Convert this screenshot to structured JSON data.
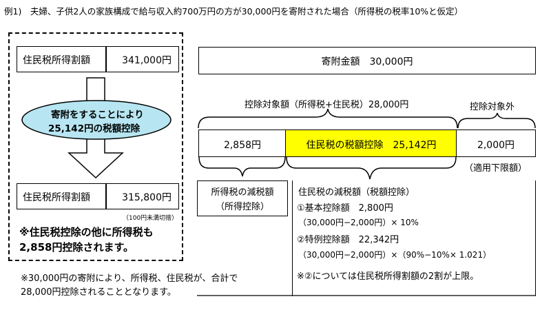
{
  "example_title": "例1)　夫婦、子供2人の家族構成で給与収入約700万円の方が30,000円を寄附された場合（所得税の税率10%と仮定）",
  "left_panel": {
    "before": {
      "label": "住民税所得割額",
      "value": "341,000円"
    },
    "ellipse_line1": "寄附をすることにより",
    "ellipse_line2": "25,142円の税額控除",
    "after": {
      "label": "住民税所得割額",
      "value": "315,800円"
    },
    "rounding_note": "（100円未満切捨）",
    "note_line1": "※住民税控除の他に所得税も",
    "note_line2": "2,858円控除されます。"
  },
  "donation_box": "寄附金額　30,000円",
  "deduction_target_label": "控除対象額（所得税+住民税）28,000円",
  "not_target_label": "控除対象外",
  "bar": {
    "seg1": "2,858円",
    "seg2": "住民税の税額控除　25,142円",
    "seg3": "2,000円"
  },
  "colors": {
    "highlight": "#ffff00",
    "ellipse": "#b7e6f2"
  },
  "lower_limit_label": "（適用下限額）",
  "income_tax_reduction": {
    "line1": "所得税の減税額",
    "line2": "（所得控除）"
  },
  "resident_tax_reduction": {
    "title": "住民税の減税額（税額控除）",
    "basic_label": "①基本控除額　2,800円",
    "basic_formula": "（30,000円−2,000円）× 10%",
    "special_label": "②特例控除額　22,342円",
    "special_formula": "（30,000円−2,000円）×（90%−10%× 1.021）",
    "limit_note": "※②については住民税所得割額の2割が上限。"
  },
  "footnote_line1": "※30,000円の寄附により、所得税、住民税が、合計で",
  "footnote_line2": "28,000円控除されることとなります。"
}
